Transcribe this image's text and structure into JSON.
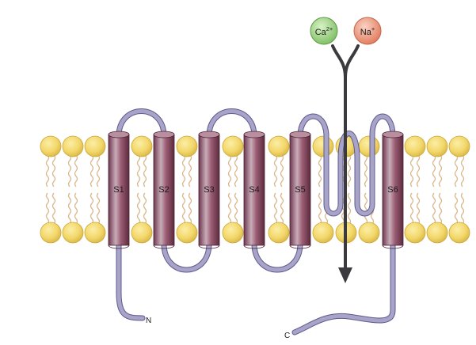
{
  "ions": [
    {
      "label_base": "Ca",
      "label_sup": "2+",
      "fill": "#a6d98a",
      "stroke": "#5d9a48"
    },
    {
      "label_base": "Na",
      "label_sup": "+",
      "fill": "#f0a38a",
      "stroke": "#c2664a"
    }
  ],
  "segments": [
    "S1",
    "S2",
    "S3",
    "S4",
    "S5",
    "S6"
  ],
  "termini": {
    "n": "N",
    "c": "C"
  },
  "colors": {
    "lipid_head": "#f3d76a",
    "lipid_head_stroke": "#c9a93b",
    "lipid_tail": "#d9b98e",
    "helix_light": "#c6aab6",
    "helix_mid": "#8e4f66",
    "helix_dark": "#5d2a3e",
    "loop": "#a7a3c9",
    "loop_stroke": "#5f5b8c",
    "arrow": "#3b3b3f"
  }
}
